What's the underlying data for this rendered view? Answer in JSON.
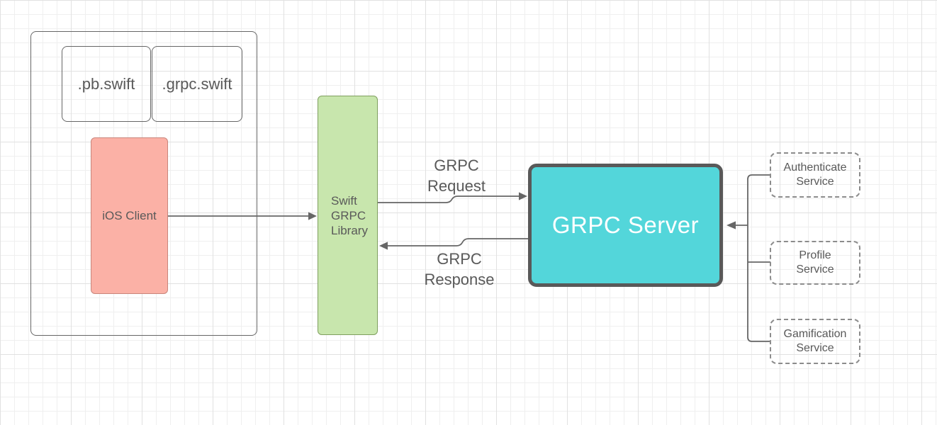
{
  "nodes": {
    "pb_swift": {
      "label": ".pb.swift"
    },
    "grpc_swift": {
      "label": ".grpc.swift"
    },
    "ios_client": {
      "label": "iOS Client",
      "fill": "#fbb1a6"
    },
    "swift_grpc_library": {
      "label": "Swift\nGRPC\nLibrary",
      "fill": "#c8e6ad"
    },
    "grpc_server": {
      "label": "GRPC Server",
      "fill": "#53d6da",
      "border": "#595959",
      "text_color": "#ffffff"
    },
    "authenticate_service": {
      "label": "Authenticate\nService"
    },
    "profile_service": {
      "label": "Profile\nService"
    },
    "gamification_service": {
      "label": "Gamification\nService"
    }
  },
  "edge_labels": {
    "request": "GRPC\nRequest",
    "response": "GRPC\nResponse"
  },
  "colors": {
    "line": "#666666",
    "text": "#595959",
    "grid_minor": "#efefef",
    "grid_major": "#e1e1e1",
    "background": "#ffffff"
  }
}
